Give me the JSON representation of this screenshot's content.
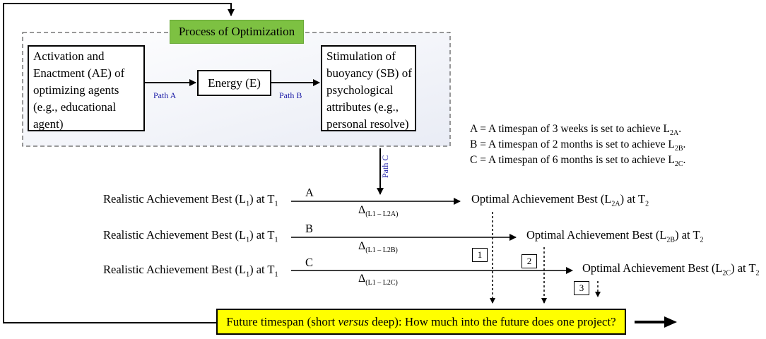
{
  "process_title": "Process of Optimization",
  "boxes": {
    "ae": [
      "Activation and",
      "Enactment (AE) of",
      "optimizing agents",
      "(e.g., educational",
      "agent)"
    ],
    "energy": "Energy (E)",
    "sb": [
      "Stimulation of",
      "buoyancy (SB) of",
      "psychological",
      "attributes (e.g.,",
      "personal resolve)"
    ]
  },
  "paths": {
    "a": "Path A",
    "b": "Path B",
    "c": "Path C"
  },
  "legend": {
    "a_pre": "A = A timespan of 3 weeks is set to achieve L",
    "a_sub": "2A",
    "a_post": ".",
    "b_pre": "B = A timespan of 2 months is set to achieve L",
    "b_sub": "2B",
    "b_post": ".",
    "c_pre": "C = A timespan of 6 months is set to achieve L",
    "c_sub": "2C",
    "c_post": "."
  },
  "rows": [
    {
      "left_pre": "Realistic Achievement Best (L",
      "left_sub1": "1",
      "left_mid": ") at T",
      "left_sub2": "1",
      "letter": "A",
      "delta": "Δ",
      "delta_sub": "(L1 – L2A)",
      "right_pre": "Optimal Achievement Best (L",
      "right_sub1": "2A",
      "right_mid": ") at T",
      "right_sub2": "2"
    },
    {
      "left_pre": "Realistic Achievement Best (L",
      "left_sub1": "1",
      "left_mid": ") at T",
      "left_sub2": "1",
      "letter": "B",
      "delta": "Δ",
      "delta_sub": "(L1 – L2B)",
      "right_pre": "Optimal Achievement Best (L",
      "right_sub1": "2B",
      "right_mid": ") at T",
      "right_sub2": "2"
    },
    {
      "left_pre": "Realistic Achievement Best (L",
      "left_sub1": "1",
      "left_mid": ") at T",
      "left_sub2": "1",
      "letter": "C",
      "delta": "Δ",
      "delta_sub": "(L1 – L2C)",
      "right_pre": "Optimal Achievement Best (L",
      "right_sub1": "2C",
      "right_mid": ") at T",
      "right_sub2": "2"
    }
  ],
  "markers": [
    "1",
    "2",
    "3"
  ],
  "future": {
    "pre": "Future timespan (short ",
    "italic": "versus",
    "post": " deep): How much into the future does one project?"
  }
}
